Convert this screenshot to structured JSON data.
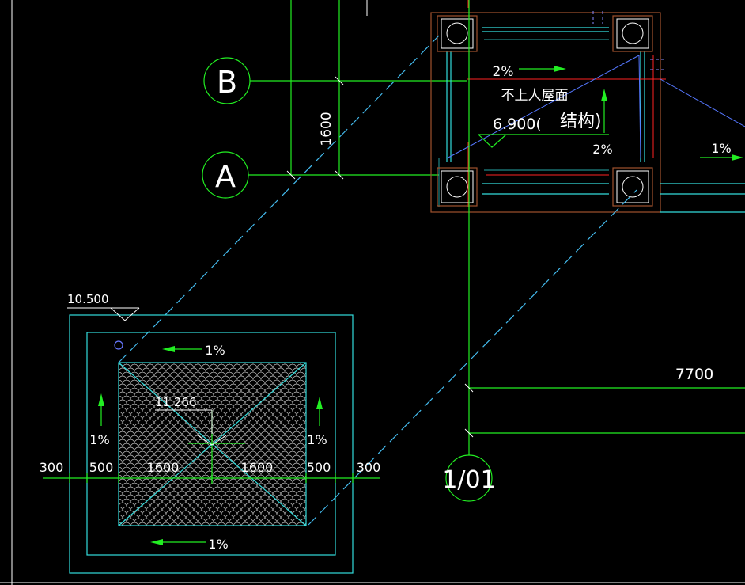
{
  "axes": {
    "b": "B",
    "a": "A",
    "one_over_01": "1/01"
  },
  "labels": {
    "slope_2_top": "2%",
    "roof_type": "不上人屋面",
    "elev_6900": "6.900(",
    "elev_note": "结构)",
    "slope_2_right": "2%",
    "slope_1_right": "1%",
    "dim_1600_vertical": "1600",
    "dim_7700": "7700",
    "elev_10500": "10.500",
    "slope_1_top": "1%",
    "slope_1_left": "1%",
    "slope_1_right_roof": "1%",
    "slope_1_bottom": "1%",
    "elev_11266": "11.266",
    "dim_300_left": "300",
    "dim_500_left": "500",
    "dim_1600_left": "1600",
    "dim_1600_right": "1600",
    "dim_500_right": "500",
    "dim_300_right": "300"
  },
  "colors": {
    "background": "#000000",
    "axis_line": "#22ee22",
    "roof_outline": "#33dddd",
    "column": "#a0522d",
    "beam_center": "#ff2222",
    "text": "#ffffff"
  }
}
